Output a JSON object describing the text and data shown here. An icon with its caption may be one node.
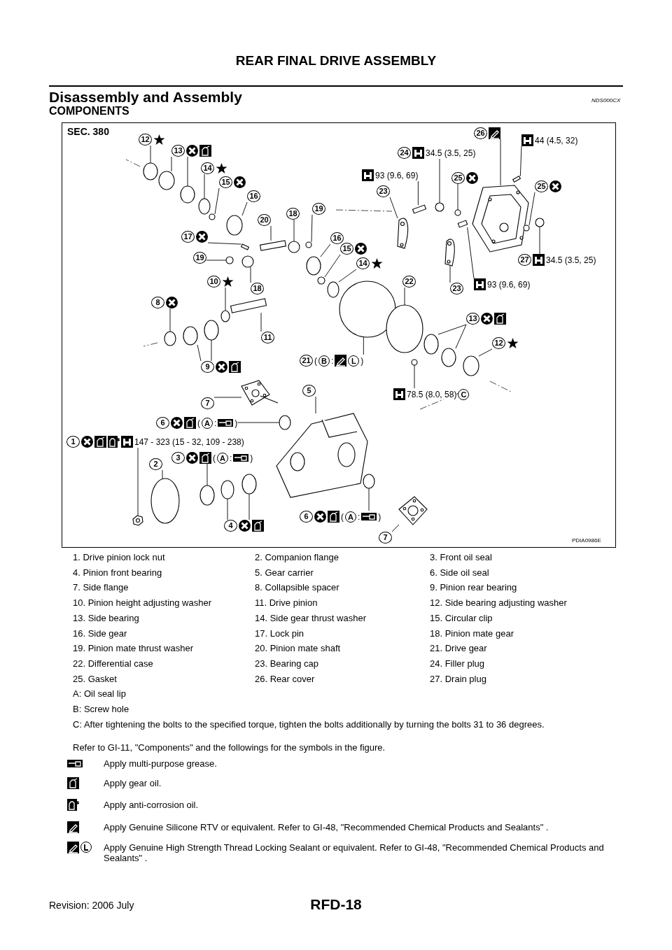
{
  "diagram": {
    "title": "REAR FINAL DRIVE ASSEMBLY",
    "nodes": [
      {
        "text": [
          "12"
        ]
      },
      {
        "text": [
          "13"
        ]
      },
      {
        "text": [
          "14"
        ]
      },
      {
        "text": [
          "15"
        ]
      },
      {
        "text": [
          "16"
        ]
      },
      {
        "text": [
          "20"
        ]
      },
      {
        "text": [
          "18"
        ]
      },
      {
        "text": [
          "19"
        ]
      },
      {
        "text": [
          "17"
        ]
      },
      {
        "text": [
          "19"
        ]
      },
      {
        "text": [
          "18"
        ]
      },
      {
        "text": [
          "16"
        ]
      },
      {
        "text": [
          "15"
        ]
      },
      {
        "text": [
          "14"
        ]
      },
      {
        "text": [
          "10"
        ]
      },
      {
        "text": [
          "8"
        ]
      },
      {
        "text": [
          "11"
        ]
      },
      {
        "text": [
          "9"
        ]
      },
      {
        "text": [
          "21",
          "(",
          "B",
          ":",
          "L",
          ")"
        ]
      },
      {
        "text": [
          "24",
          "34.5 (3.5, 25)"
        ]
      },
      {
        "text": [
          "93 (9.6, 69)"
        ]
      },
      {
        "text": [
          "23"
        ]
      },
      {
        "text": [
          "26"
        ]
      },
      {
        "text": [
          "44 (4.5, 32)"
        ]
      },
      {
        "text": [
          "25"
        ]
      },
      {
        "text": [
          "25"
        ]
      },
      {
        "text": [
          "27",
          "34.5 (3.5, 25)"
        ]
      },
      {
        "text": [
          "93 (9.6, 69)"
        ]
      },
      {
        "text": [
          "23"
        ]
      },
      {
        "text": [
          "22"
        ]
      },
      {
        "text": [
          "13"
        ]
      },
      {
        "text": [
          "12"
        ]
      },
      {
        "text": [
          "78.5 (8.0, 58)",
          "C"
        ]
      },
      {
        "text": [
          "7"
        ]
      },
      {
        "text": [
          "5"
        ]
      },
      {
        "text": [
          "6",
          "(",
          "A",
          ":",
          ")"
        ]
      },
      {
        "text": [
          "1",
          "147 - 323 (15 - 32, 109 - 238)"
        ]
      },
      {
        "text": [
          "2"
        ]
      },
      {
        "text": [
          "3",
          "(",
          "A",
          ":",
          ")"
        ]
      },
      {
        "text": [
          "4"
        ]
      },
      {
        "text": [
          "6",
          "(",
          "A",
          ":",
          ")"
        ]
      },
      {
        "text": [
          "7"
        ]
      },
      {
        "text": [],
        "shape": "circle"
      },
      {
        "text": [],
        "shape": "circle"
      },
      {
        "text": [],
        "shape": "circle"
      },
      {
        "text": [],
        "shape": "circle"
      },
      {
        "text": [],
        "shape": "circle"
      },
      {
        "text": [],
        "shape": "circle"
      },
      {
        "text": [],
        "shape": "box"
      },
      {
        "text": [],
        "shape": "circle"
      },
      {
        "text": [],
        "shape": "circle"
      },
      {
        "text": [],
        "shape": "box"
      },
      {
        "text": [],
        "shape": "circle"
      },
      {
        "text": [],
        "shape": "circle"
      },
      {
        "text": [],
        "shape": "circle"
      },
      {
        "text": [],
        "shape": "circle"
      },
      {
        "text": [],
        "shape": "circle"
      },
      {
        "text": [],
        "shape": "circle"
      },
      {
        "text": [],
        "shape": "circle"
      },
      {
        "text": [],
        "shape": "box"
      },
      {
        "text": [],
        "shape": "circle"
      },
      {
        "text": [],
        "shape": "circle"
      },
      {
        "text": [],
        "shape": "circle"
      },
      {
        "text": [],
        "shape": "circle"
      },
      {
        "text": [],
        "shape": "box"
      },
      {
        "text": [],
        "shape": "picture"
      },
      {
        "text": [],
        "shape": "picture"
      },
      {
        "text": [],
        "shape": "box"
      },
      {
        "text": [],
        "shape": "circle"
      },
      {
        "text": [],
        "shape": "circle"
      },
      {
        "text": [],
        "shape": "circle"
      },
      {
        "text": [],
        "shape": "box"
      },
      {
        "text": [],
        "shape": "picture"
      },
      {
        "text": [],
        "shape": "circle"
      },
      {
        "text": [],
        "shape": "circle"
      },
      {
        "text": [],
        "shape": "circle"
      },
      {
        "text": [],
        "shape": "circle"
      },
      {
        "text": [],
        "shape": "circle"
      },
      {
        "text": [],
        "shape": "picture"
      },
      {
        "text": [],
        "shape": "picture"
      },
      {
        "text": [],
        "shape": "circle"
      },
      {
        "text": [],
        "shape": "picture"
      },
      {
        "text": [],
        "shape": "circle"
      },
      {
        "text": [],
        "shape": "circle"
      },
      {
        "text": [],
        "shape": "circle"
      },
      {
        "text": [],
        "shape": "circle"
      },
      {
        "text": [],
        "shape": "circle"
      },
      {
        "text": [],
        "shape": "picture"
      }
    ],
    "edges": [
      {
        "from": 0,
        "to": 42,
        "arrow": "none"
      },
      {
        "from": 1,
        "to": 43,
        "arrow": "none"
      },
      {
        "from": 1,
        "to": 44,
        "arrow": "none"
      },
      {
        "from": 2,
        "to": 45,
        "arrow": "none"
      },
      {
        "from": 3,
        "to": 46,
        "arrow": "none"
      },
      {
        "from": 4,
        "to": 47,
        "arrow": "none"
      },
      {
        "from": 5,
        "to": 48,
        "arrow": "none"
      },
      {
        "from": 6,
        "to": 49,
        "arrow": "none"
      },
      {
        "from": 7,
        "to": 50,
        "arrow": "none"
      },
      {
        "from": 8,
        "to": 51,
        "arrow": "none"
      },
      {
        "from": 9,
        "to": 52,
        "arrow": "none"
      },
      {
        "from": 10,
        "to": 53,
        "arrow": "none"
      },
      {
        "from": 11,
        "to": 54,
        "arrow": "none"
      },
      {
        "from": 12,
        "to": 55,
        "arrow": "none"
      },
      {
        "from": 13,
        "to": 56,
        "arrow": "none"
      },
      {
        "from": 14,
        "to": 57,
        "arrow": "none"
      },
      {
        "from": 15,
        "to": 58,
        "arrow": "none"
      },
      {
        "from": 16,
        "to": 59,
        "arrow": "none"
      },
      {
        "from": 17,
        "to": 60,
        "arrow": "none"
      },
      {
        "from": 17,
        "to": 61,
        "arrow": "none"
      },
      {
        "from": 18,
        "to": 62,
        "arrow": "none"
      },
      {
        "from": 19,
        "to": 63,
        "arrow": "none"
      },
      {
        "from": 20,
        "to": 64,
        "arrow": "none"
      },
      {
        "from": 21,
        "to": 65,
        "arrow": "none"
      },
      {
        "from": 22,
        "to": 66,
        "arrow": "none"
      },
      {
        "from": 23,
        "to": 67,
        "arrow": "none"
      },
      {
        "from": 24,
        "to": 68,
        "arrow": "none"
      },
      {
        "from": 25,
        "to": 69,
        "arrow": "none"
      },
      {
        "from": 26,
        "to": 70,
        "arrow": "none"
      },
      {
        "from": 27,
        "to": 71,
        "arrow": "none"
      },
      {
        "from": 28,
        "to": 72,
        "arrow": "none"
      },
      {
        "from": 29,
        "to": 73,
        "arrow": "none"
      },
      {
        "from": 30,
        "to": 74,
        "arrow": "none"
      },
      {
        "from": 30,
        "to": 75,
        "arrow": "none"
      },
      {
        "from": 31,
        "to": 76,
        "arrow": "none"
      },
      {
        "from": 32,
        "to": 77,
        "arrow": "none"
      },
      {
        "from": 33,
        "to": 78,
        "arrow": "none"
      },
      {
        "from": 34,
        "to": 79,
        "arrow": "none"
      },
      {
        "from": 35,
        "to": 80,
        "arrow": "none"
      },
      {
        "from": 36,
        "to": 81,
        "arrow": "none"
      },
      {
        "from": 37,
        "to": 82,
        "arrow": "none"
      },
      {
        "from": 38,
        "to": 83,
        "arrow": "none"
      },
      {
        "from": 39,
        "to": 84,
        "arrow": "none"
      },
      {
        "from": 39,
        "to": 85,
        "arrow": "none"
      },
      {
        "from": 40,
        "to": 86,
        "arrow": "none"
      },
      {
        "from": 41,
        "to": 87,
        "arrow": "none"
      }
    ],
    "labels": [
      "Disassembly and Assembly",
      "NDS000CX",
      "COMPONENTS",
      "SEC. 380",
      "PDIA0986E",
      "1. Drive pinion lock nut",
      "2. Companion flange",
      "3. Front oil seal",
      "4. Pinion front bearing",
      "5. Gear carrier",
      "6. Side oil seal",
      "7. Side flange",
      "8. Collapsible spacer",
      "9. Pinion rear bearing",
      "10. Pinion height adjusting washer",
      "11. Drive pinion",
      "12. Side bearing adjusting washer",
      "13. Side bearing",
      "14. Side gear thrust washer",
      "15. Circular clip",
      "16. Side gear",
      "17. Lock pin",
      "18. Pinion mate gear",
      "19. Pinion mate thrust washer",
      "20. Pinion mate shaft",
      "21. Drive gear",
      "22. Differential case",
      "23. Bearing cap",
      "24. Filler plug",
      "25. Gasket",
      "26. Rear cover",
      "27. Drain plug",
      "A: Oil seal lip",
      "B: Screw hole",
      "C: After tightening the bolts to the specified torque, tighten the bolts additionally by turning the bolts 31 to 36 degrees.",
      "Refer to GI-11, \"Components\" and the followings for the symbols in the figure.",
      "Revision: 2006 July",
      "RFD-18"
    ],
    "legend": [
      {
        "text": "Apply multi-purpose grease."
      },
      {
        "text": "Apply gear oil."
      },
      {
        "text": "Apply anti-corrosion oil."
      },
      {
        "text": "Apply Genuine Silicone RTV or equivalent. Refer to GI-48, \"Recommended Chemical Products and Sealants\" ."
      },
      {
        "text": "Apply Genuine High Strength Thread Locking Sealant or equivalent. Refer to GI-48, \"Recommended Chemical Products and Sealants\" ."
      }
    ]
  }
}
